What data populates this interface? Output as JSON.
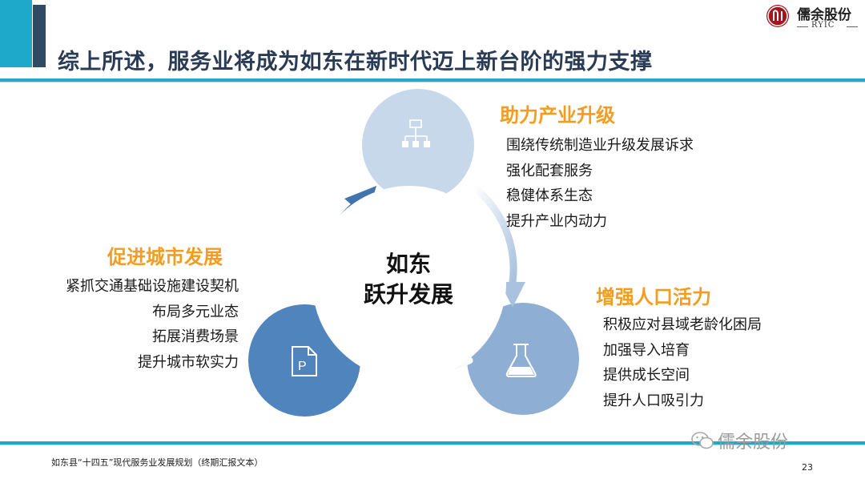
{
  "header": {
    "title": "综上所述，服务业将成为如东在新时代迈上新台阶的强力支撑"
  },
  "logo": {
    "name_cn": "儒余股份",
    "name_en": "RYIC"
  },
  "diagram": {
    "center_line1": "如东",
    "center_line2": "跃升发展",
    "nodes": [
      {
        "heading": "助力产业升级",
        "icon": "org-chart-icon",
        "items": [
          "围绕传统制造业升级发展诉求",
          "强化配套服务",
          "稳健体系生态",
          "提升产业内动力"
        ]
      },
      {
        "heading": "促进城市发展",
        "icon": "document-p-icon",
        "items": [
          "紧抓交通基础设施建设契机",
          "布局多元业态",
          "拓展消费场景",
          "提升城市软实力"
        ]
      },
      {
        "heading": "增强人口活力",
        "icon": "flask-icon",
        "items": [
          "积极应对县域老龄化困局",
          "加强导入培育",
          "提供成长空间",
          "提升人口吸引力"
        ]
      }
    ]
  },
  "footer": {
    "source": "如东县“十四五”现代服务业发展规划（终期汇报文本）",
    "page": "23",
    "watermark": "儒余股份"
  },
  "colors": {
    "accent_cyan": "#1ea8c9",
    "title_navy": "#2a3b55",
    "heading_orange": "#f39c1f",
    "circle_top": "#c7d8ea",
    "circle_left": "#5084bd",
    "circle_right": "#8eaed4",
    "arrow_dark": "#3f74ad"
  }
}
